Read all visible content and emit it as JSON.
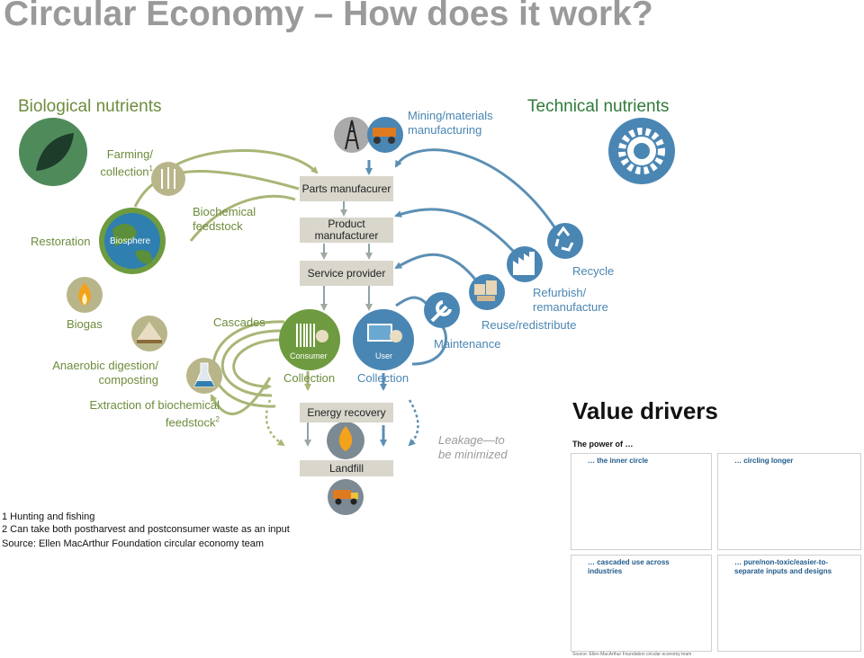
{
  "title": "Circular Economy – How does it work?",
  "biological": {
    "header": "Biological nutrients",
    "farming": "Farming/ collection",
    "farming_sup": "1",
    "restoration": "Restoration",
    "biosphere": "Biosphere",
    "biochemical_feedstock": "Biochemical feedstock",
    "biogas": "Biogas",
    "cascades": "Cascades",
    "anaerobic": "Anaerobic digestion/ composting",
    "extraction": "Extraction of biochemical feedstock",
    "extraction_sup": "2"
  },
  "technical": {
    "header": "Technical nutrients",
    "mining": "Mining/materials manufacturing",
    "recycle": "Recycle",
    "refurbish": "Refurbish/ remanufacture",
    "reuse": "Reuse/redistribute",
    "maintenance": "Maintenance"
  },
  "chain": {
    "parts": "Parts manufacurer",
    "product": "Product manufacturer",
    "service": "Service provider",
    "consumer": "Consumer",
    "user": "User",
    "collection_left": "Collection",
    "collection_right": "Collection",
    "energy_recovery": "Energy recovery",
    "landfill": "Landfill",
    "leakage": "Leakage—to be minimized"
  },
  "footnotes": {
    "note1": "1 Hunting and fishing",
    "note2": "2  Can take both postharvest and postconsumer waste as an input",
    "source": "Source: Ellen MacArthur Foundation circular economy team"
  },
  "value_drivers": {
    "title": "Value drivers",
    "subtitle": "The power of …",
    "panels": [
      "… the inner circle",
      "… circling longer",
      "… cascaded use across industries",
      "… pure/non-toxic/easier-to-separate inputs and designs"
    ],
    "dollar": "$",
    "source": "Source: Ellen MacArthur Foundation circular economy team"
  },
  "colors": {
    "green": "#6d8c3d",
    "green_light": "#a8b676",
    "blue": "#4a86b3",
    "blue_arrow": "#5b8fb4",
    "gray_title": "#9a9a9a",
    "box": "#d9d6cc",
    "dark_green_icon": "#4f8a5b",
    "red": "#c0504d"
  },
  "icons": [
    "leaf-icon",
    "wheat-fish-icon",
    "globe-icon",
    "flame-icon",
    "compost-icon",
    "flask-icon",
    "oil-rig-icon",
    "mining-truck-icon",
    "gear-icon",
    "recycle-icon",
    "factory-icon",
    "boxes-icon",
    "wrench-icon",
    "barcode-consumer-icon",
    "computer-user-icon",
    "landfill-flame-icon",
    "dump-truck-icon"
  ]
}
